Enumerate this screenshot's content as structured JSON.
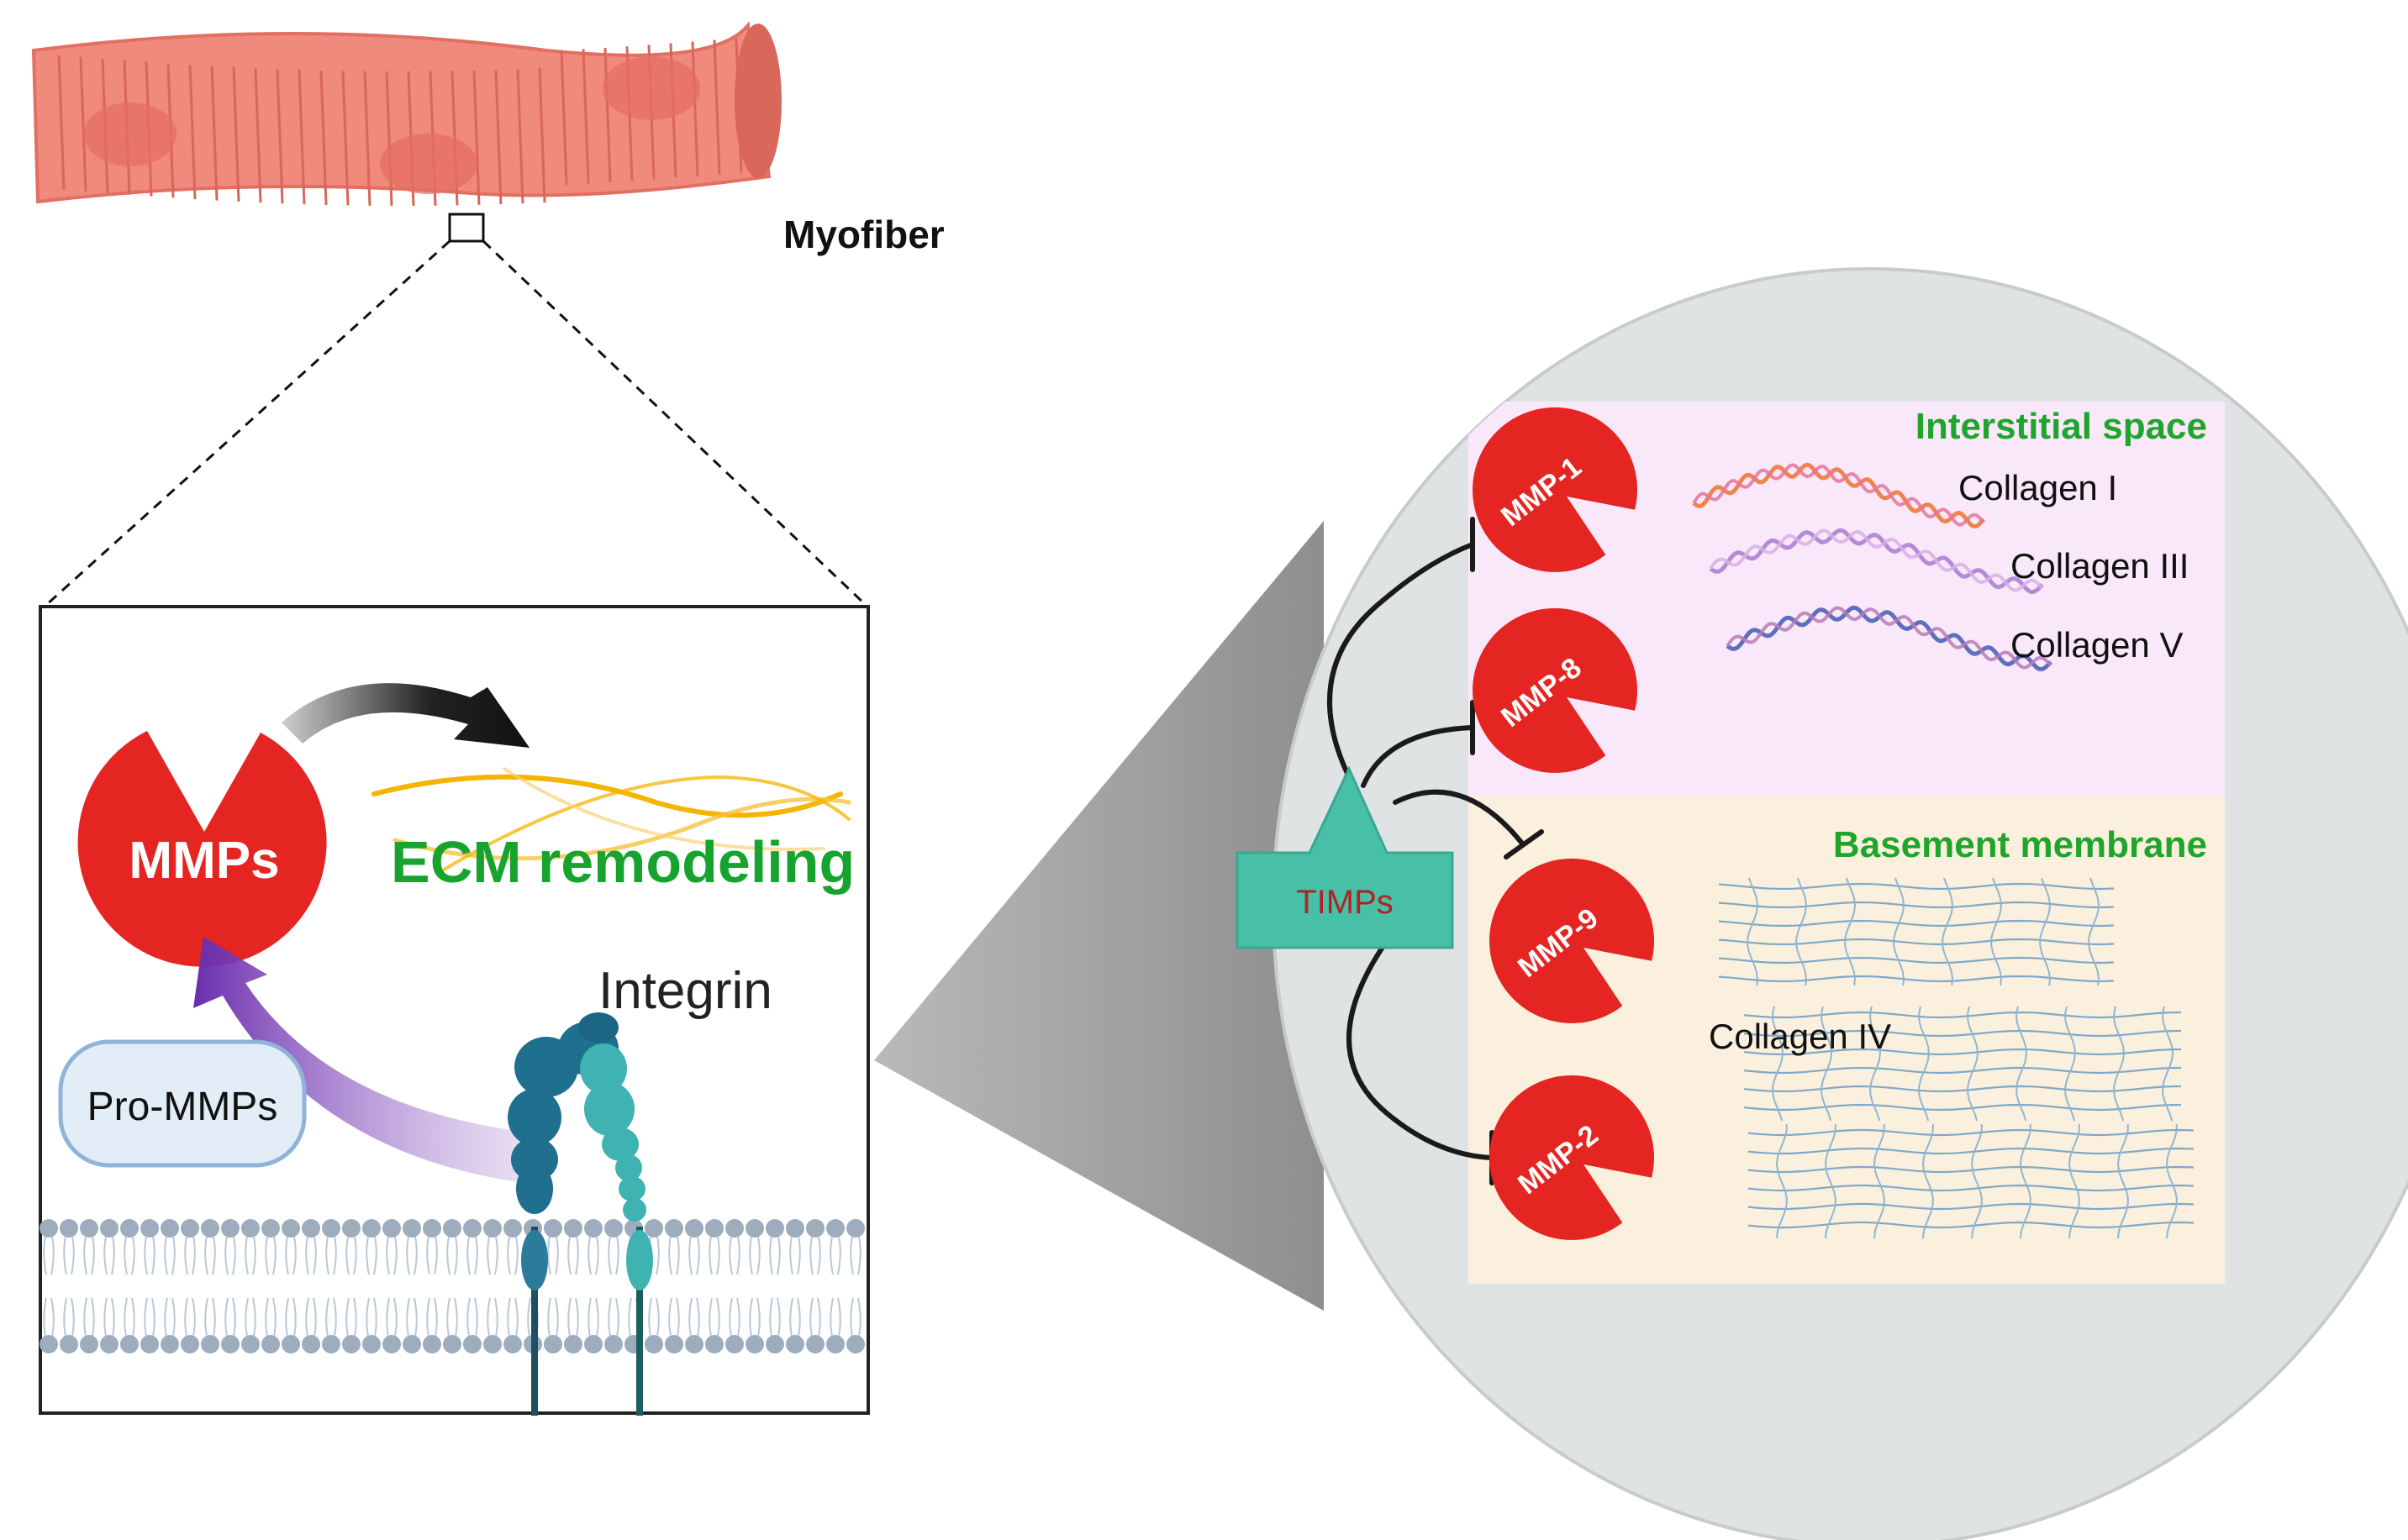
{
  "labels": {
    "myofiber": "Myofiber",
    "mmps": "MMPs",
    "ecm": "ECM remodeling",
    "integrin": "Integrin",
    "pro_mmps": "Pro-MMPs",
    "timps": "TIMPs",
    "interstitial": "Interstitial space",
    "basement": "Basement membrane",
    "mmp1": "MMP-1",
    "mmp8": "MMP-8",
    "mmp9": "MMP-9",
    "mmp2": "MMP-2",
    "collagen1": "Collagen I",
    "collagen3": "Collagen III",
    "collagen5": "Collagen V",
    "collagen4": "Collagen IV"
  },
  "colors": {
    "muscle": "#f08a7c",
    "muscle_dark": "#d9685b",
    "mmp_red": "#e52521",
    "ecm_green": "#16a42f",
    "section_green": "#1ea52b",
    "timps_teal": "#48bfa7",
    "timps_text": "#b22222",
    "pro_fill": "#e2edf8",
    "pro_stroke": "#8fb3d9",
    "purple_arrow": "#6a2cad",
    "zoom_gray": "#c9c9c9",
    "circle_gray": "#e0e3e3",
    "interstitial_bg": "#f9e8f9",
    "basement_bg": "#fbf0dd",
    "lipid_head": "#9dadbd",
    "integrin_dark": "#1f6f8e",
    "integrin_light": "#3fb2b2"
  },
  "icons": {
    "mmp": "pacman-enzyme-icon",
    "timps": "inhibitor-tab-icon"
  }
}
